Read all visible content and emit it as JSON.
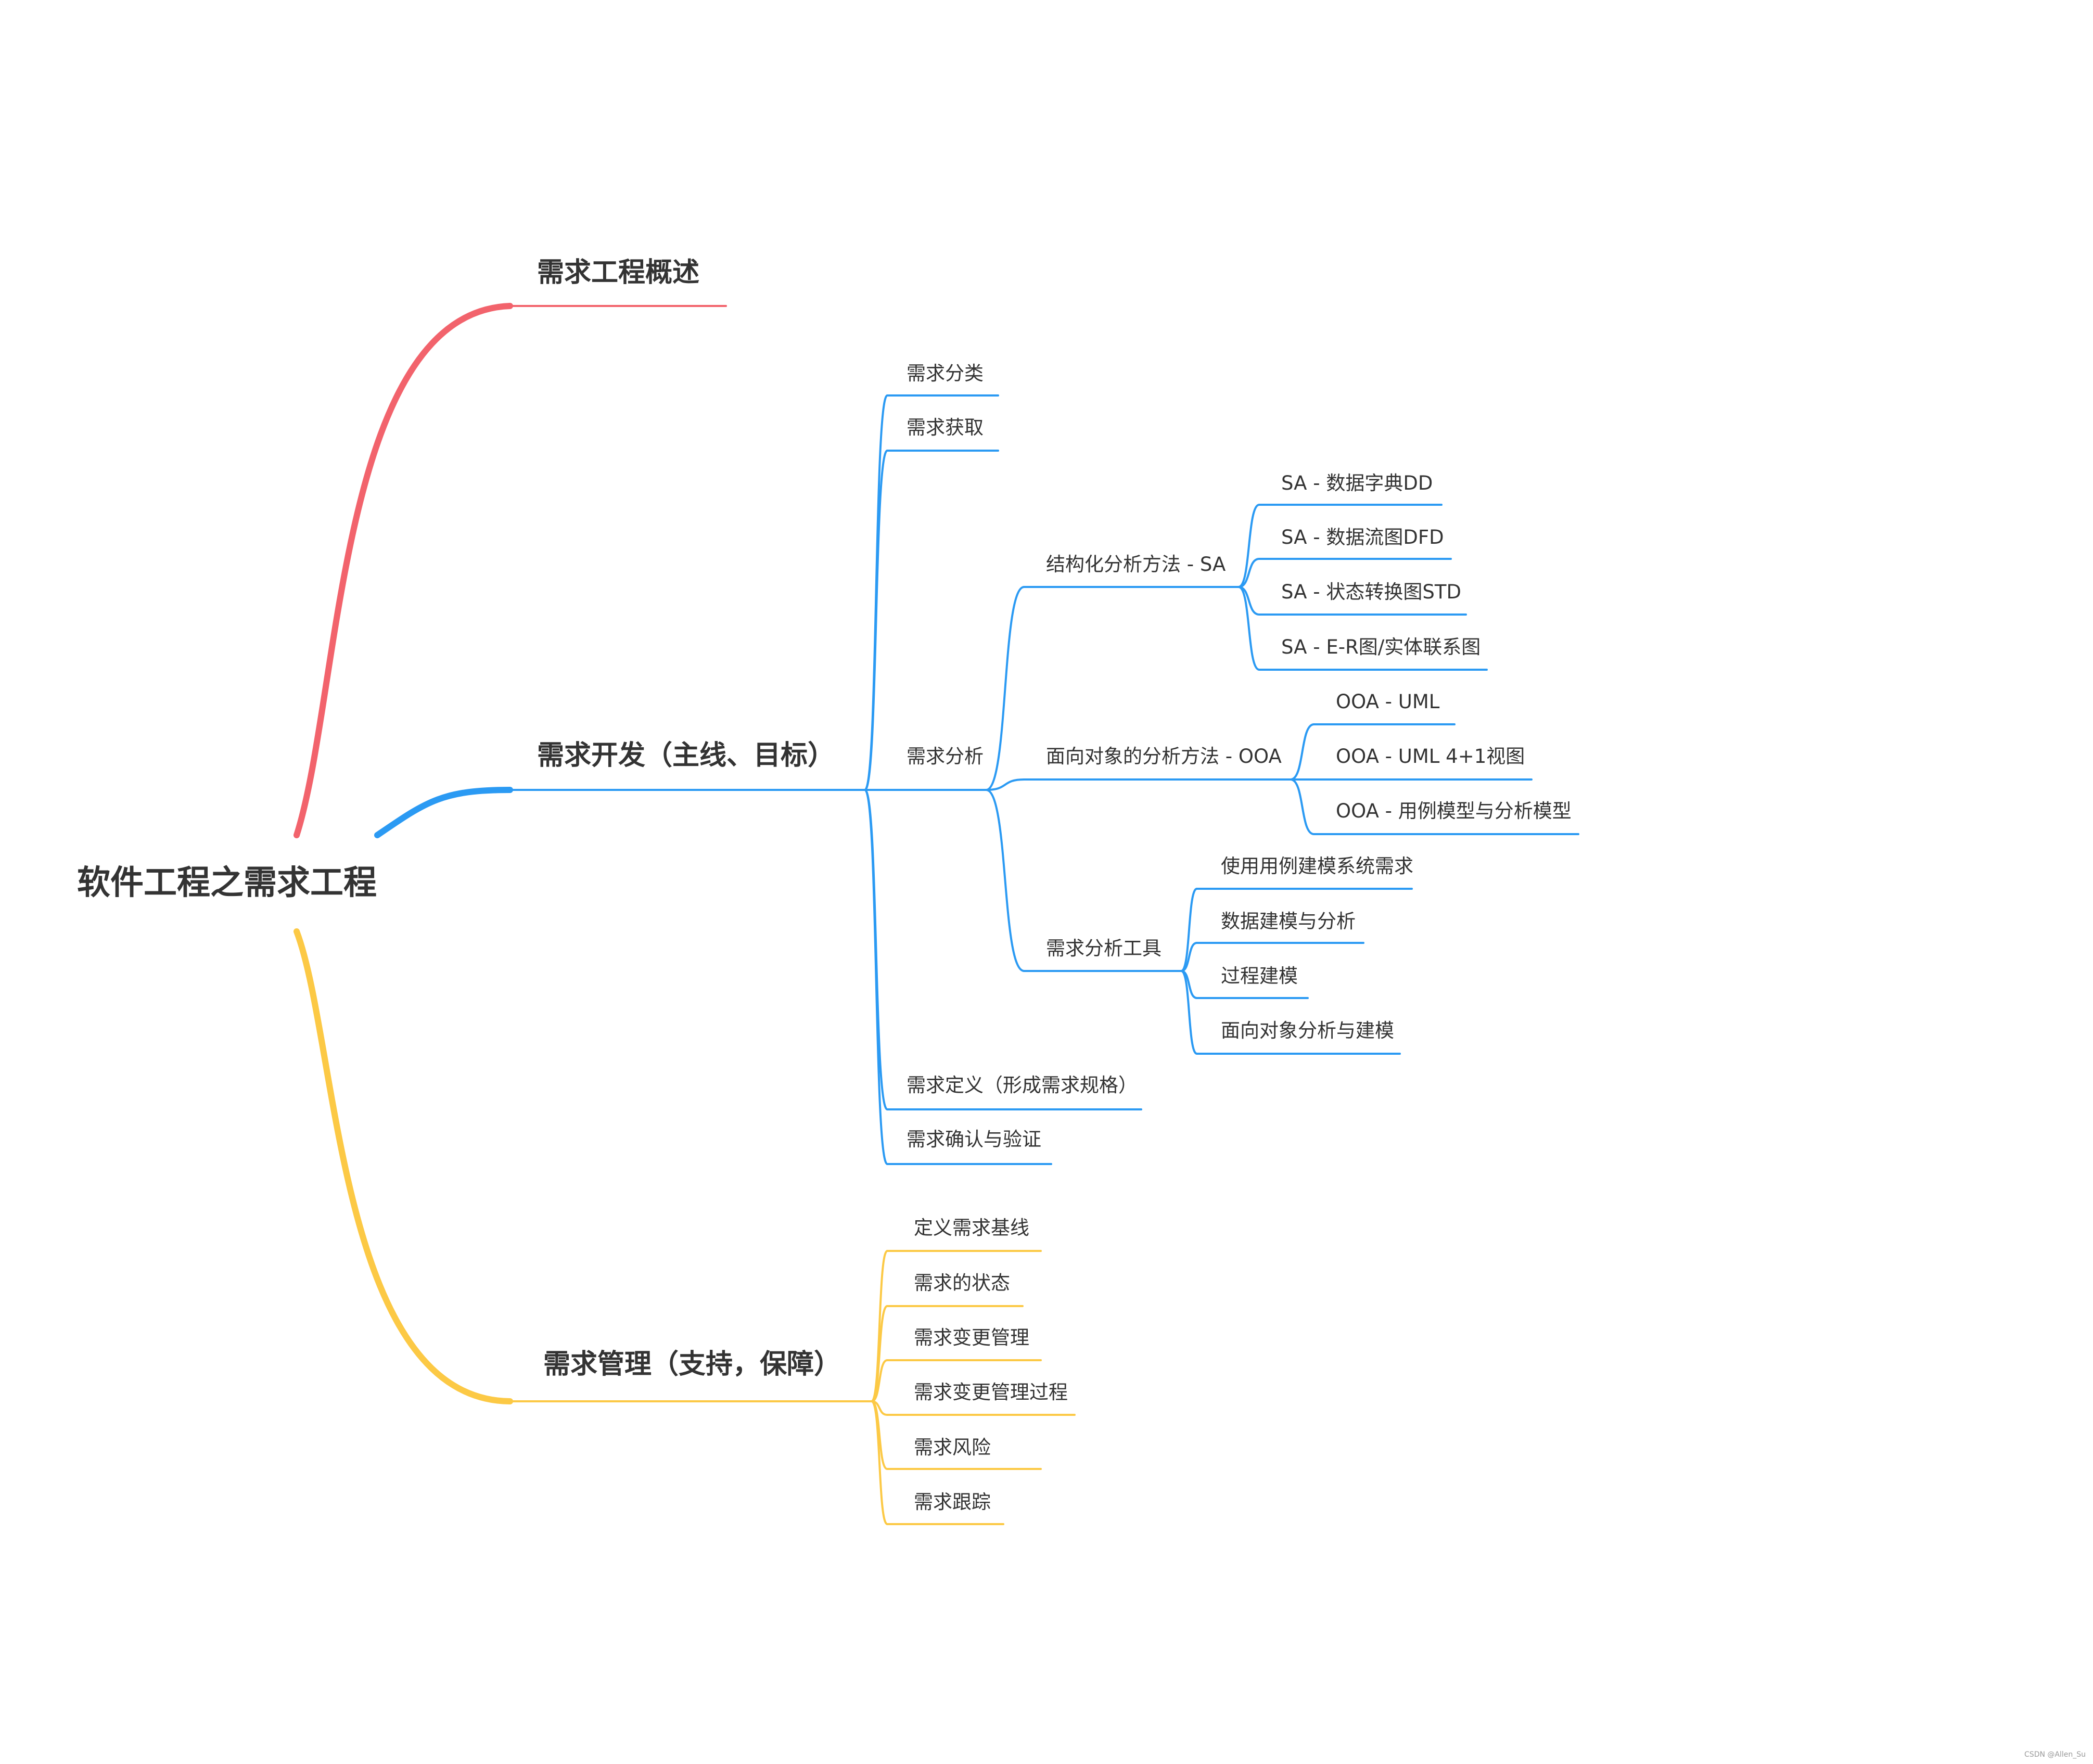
{
  "root": {
    "label": "软件工程之需求工程"
  },
  "colors": {
    "overview": "#f2636c",
    "development": "#2b9af3",
    "management": "#fcc945",
    "text": "#333333"
  },
  "branches": {
    "overview": {
      "label": "需求工程概述"
    },
    "development": {
      "label": "需求开发（主线、目标）",
      "items": {
        "classify": "需求分类",
        "elicit": "需求获取",
        "analysis": {
          "label": "需求分析",
          "sa": {
            "label": "结构化分析方法 - SA",
            "children": [
              "SA - 数据字典DD",
              "SA - 数据流图DFD",
              "SA - 状态转换图STD",
              "SA - E-R图/实体联系图"
            ]
          },
          "ooa": {
            "label": "面向对象的分析方法 - OOA",
            "children": [
              "OOA - UML",
              "OOA - UML 4+1视图",
              "OOA - 用例模型与分析模型"
            ]
          },
          "tools": {
            "label": "需求分析工具",
            "children": [
              "使用用例建模系统需求",
              "数据建模与分析",
              "过程建模",
              "面向对象分析与建模"
            ]
          }
        },
        "definition": "需求定义（形成需求规格）",
        "validation": "需求确认与验证"
      }
    },
    "management": {
      "label": "需求管理（支持，保障）",
      "items": [
        "定义需求基线",
        "需求的状态",
        "需求变更管理",
        "需求变更管理过程",
        "需求风险",
        "需求跟踪"
      ]
    }
  },
  "watermark": "CSDN @Allen_Su"
}
